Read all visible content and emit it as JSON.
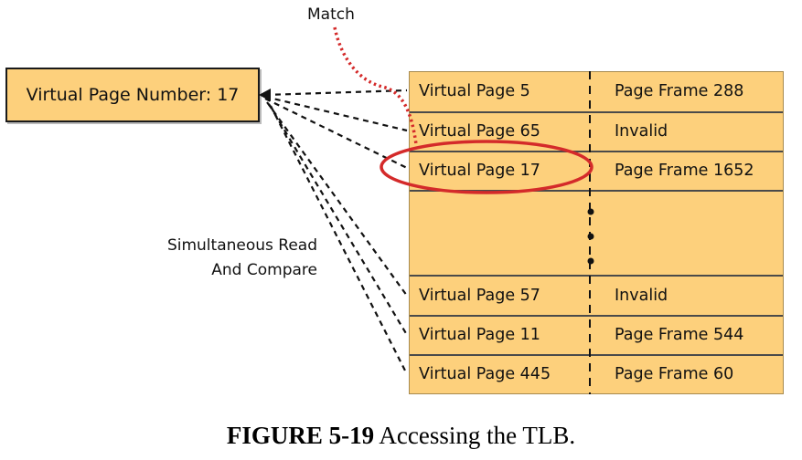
{
  "match_label": "Match",
  "vpn_box": {
    "label": "Virtual Page Number: 17"
  },
  "sim_label": {
    "line1": "Simultaneous Read",
    "line2": "And Compare"
  },
  "tlb": {
    "top_rows": [
      {
        "page": "Virtual Page 5",
        "frame": "Page Frame 288"
      },
      {
        "page": "Virtual Page 65",
        "frame": "Invalid"
      },
      {
        "page": "Virtual Page 17",
        "frame": "Page Frame 1652"
      }
    ],
    "bottom_rows": [
      {
        "page": "Virtual Page 57",
        "frame": "Invalid"
      },
      {
        "page": "Virtual Page 11",
        "frame": "Page Frame 544"
      },
      {
        "page": "Virtual Page 445",
        "frame": "Page Frame 60"
      }
    ]
  },
  "caption": {
    "bold": "FIGURE 5-19",
    "text": " Accessing the TLB."
  },
  "colors": {
    "cell_fill": "#fdd07c",
    "match_highlight": "#d42a2a",
    "match_arrow": "#d42a2a",
    "connector": "#111111"
  }
}
